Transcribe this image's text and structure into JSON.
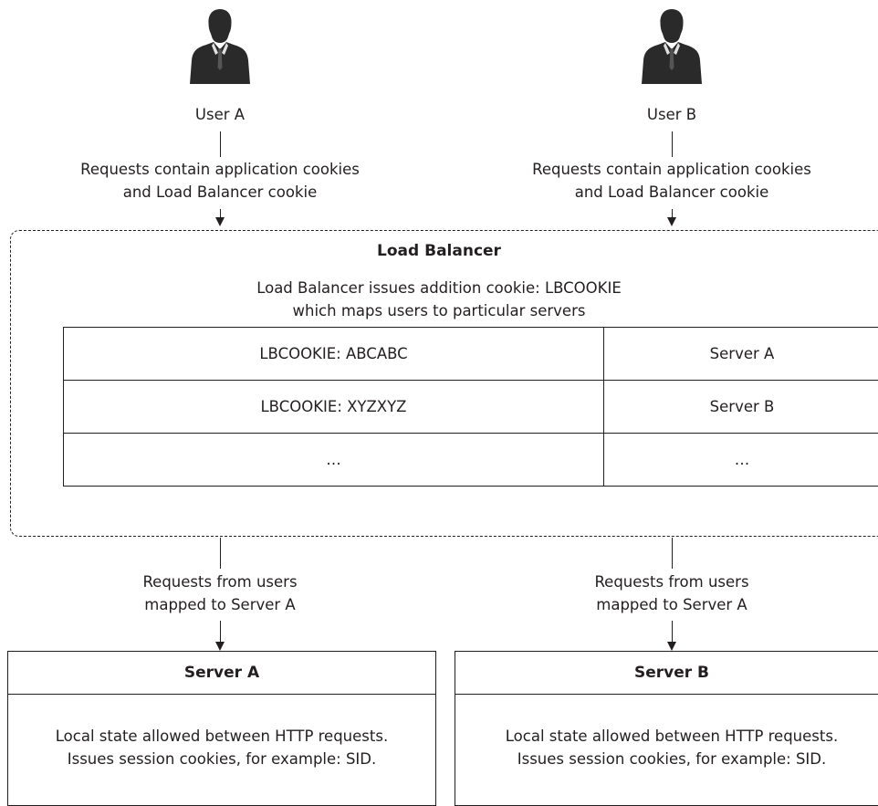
{
  "users": [
    {
      "label": "User A",
      "request_note": [
        "Requests contain application cookies",
        "and Load Balancer cookie"
      ]
    },
    {
      "label": "User B",
      "request_note": [
        "Requests contain application cookies",
        "and Load Balancer cookie"
      ]
    }
  ],
  "load_balancer": {
    "title": "Load Balancer",
    "description": [
      "Load Balancer issues addition cookie: LBCOOKIE",
      "which maps users to particular servers"
    ],
    "table": [
      {
        "cookie": "LBCOOKIE: ABCABC",
        "server": "Server A"
      },
      {
        "cookie": "LBCOOKIE: XYZXYZ",
        "server": "Server B"
      },
      {
        "cookie": "…",
        "server": "…"
      }
    ]
  },
  "routes": [
    {
      "note": [
        "Requests from users",
        "mapped to Server A"
      ]
    },
    {
      "note": [
        "Requests from users",
        "mapped to Server A"
      ]
    }
  ],
  "servers": [
    {
      "title": "Server A",
      "body": [
        "Local state allowed between HTTP requests.",
        "Issues session cookies, for example: SID."
      ]
    },
    {
      "title": "Server B",
      "body": [
        "Local state allowed between HTTP requests.",
        "Issues session cookies, for example: SID."
      ]
    }
  ]
}
